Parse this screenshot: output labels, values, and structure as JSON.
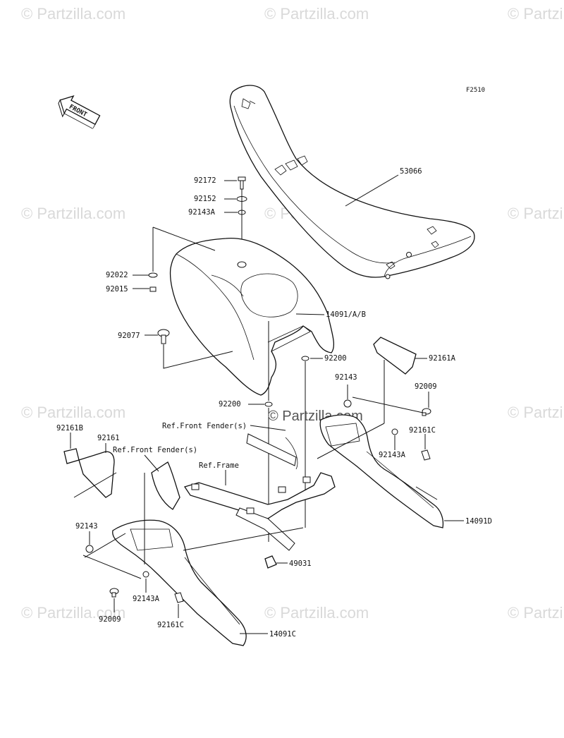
{
  "diagram_code": "F2510",
  "front_arrow_label": "FRONT",
  "watermark": {
    "text": "© Partzilla.com",
    "center_text": "© Partzilla.com"
  },
  "callouts": {
    "p53066": "53066",
    "p92172": "92172",
    "p92152": "92152",
    "p92143A_top": "92143A",
    "p92022": "92022",
    "p92015": "92015",
    "p14091AB": "14091/A/B",
    "p92077": "92077",
    "p92200_right": "92200",
    "p92161A": "92161A",
    "p92143_right": "92143",
    "p92009_right": "92009",
    "p92200_left": "92200",
    "ref_front_fender_1": "Ref.Front Fender(s)",
    "p92161C_right": "92161C",
    "p92161B": "92161B",
    "p92161": "92161",
    "ref_front_fender_2": "Ref.Front Fender(s)",
    "p92143A_right": "92143A",
    "ref_frame": "Ref.Frame",
    "p14091D": "14091D",
    "p92143_left": "92143",
    "p49031": "49031",
    "p92143A_left": "92143A",
    "p92009_left": "92009",
    "p92161C_left": "92161C",
    "p14091C": "14091C"
  }
}
